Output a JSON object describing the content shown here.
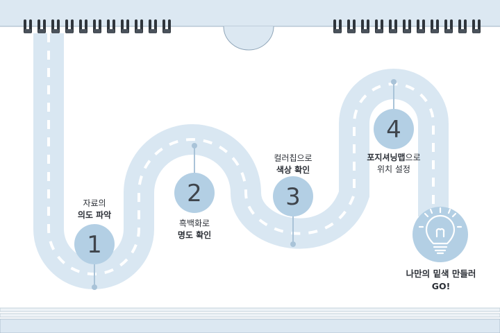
{
  "colors": {
    "frame": "#dce8f2",
    "frame_border": "#9fb3c4",
    "road": "#d9e7f2",
    "dash": "#ffffff",
    "marker": "#b3cfe4",
    "marker_text": "#3f454c",
    "pin": "#a9c3d8",
    "ring": "#2f353c"
  },
  "steps": [
    {
      "number": "1",
      "line1": "자료의",
      "line2": "의도 파악"
    },
    {
      "number": "2",
      "line1": "흑백화로",
      "line2": "명도 확인"
    },
    {
      "number": "3",
      "line1": "컬러칩으로",
      "line2": "색상 확인"
    },
    {
      "number": "4",
      "line1_bold": "포지셔닝맵",
      "line1_tail": "으로",
      "line2": "위치 설정"
    }
  ],
  "goal": {
    "icon": "lightbulb-icon",
    "line1": "나만의 밑색 만들러",
    "line2": "GO!"
  }
}
